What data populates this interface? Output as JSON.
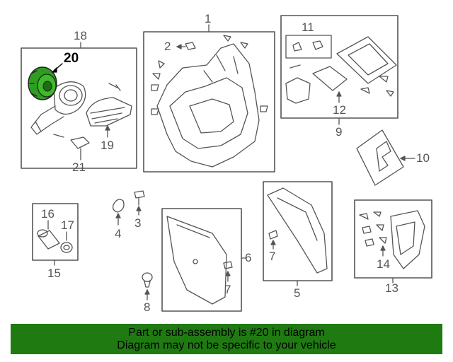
{
  "callouts": {
    "c1": "1",
    "c2": "2",
    "c3": "3",
    "c4": "4",
    "c5": "5",
    "c6": "6",
    "c7a": "7",
    "c7b": "7",
    "c8": "8",
    "c9": "9",
    "c10": "10",
    "c11": "11",
    "c12": "12",
    "c13": "13",
    "c14": "14",
    "c15": "15",
    "c16": "16",
    "c17": "17",
    "c18": "18",
    "c19": "19",
    "c20": "20",
    "c21": "21"
  },
  "highlight_part": "20",
  "colors": {
    "highlight_part": "#2e9e1e",
    "banner_bg": "#1f7a12",
    "line": "#555555"
  },
  "banner": {
    "line1": "Part or sub-assembly is #20 in diagram",
    "line2": "Diagram may not be specific to your vehicle"
  }
}
